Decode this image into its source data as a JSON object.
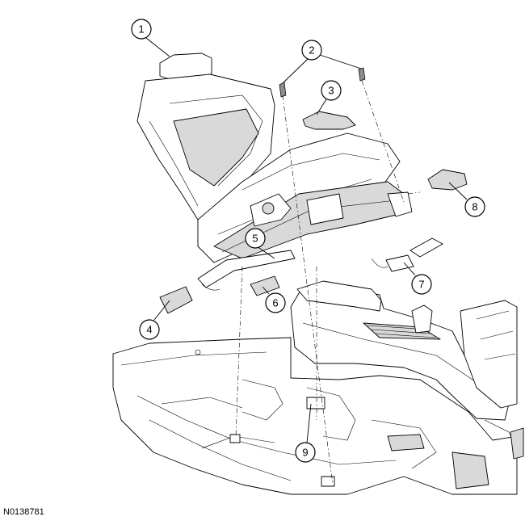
{
  "figure": {
    "document_id": "N0138781",
    "callouts": [
      "1",
      "2",
      "3",
      "4",
      "5",
      "6",
      "7",
      "8",
      "9"
    ]
  }
}
